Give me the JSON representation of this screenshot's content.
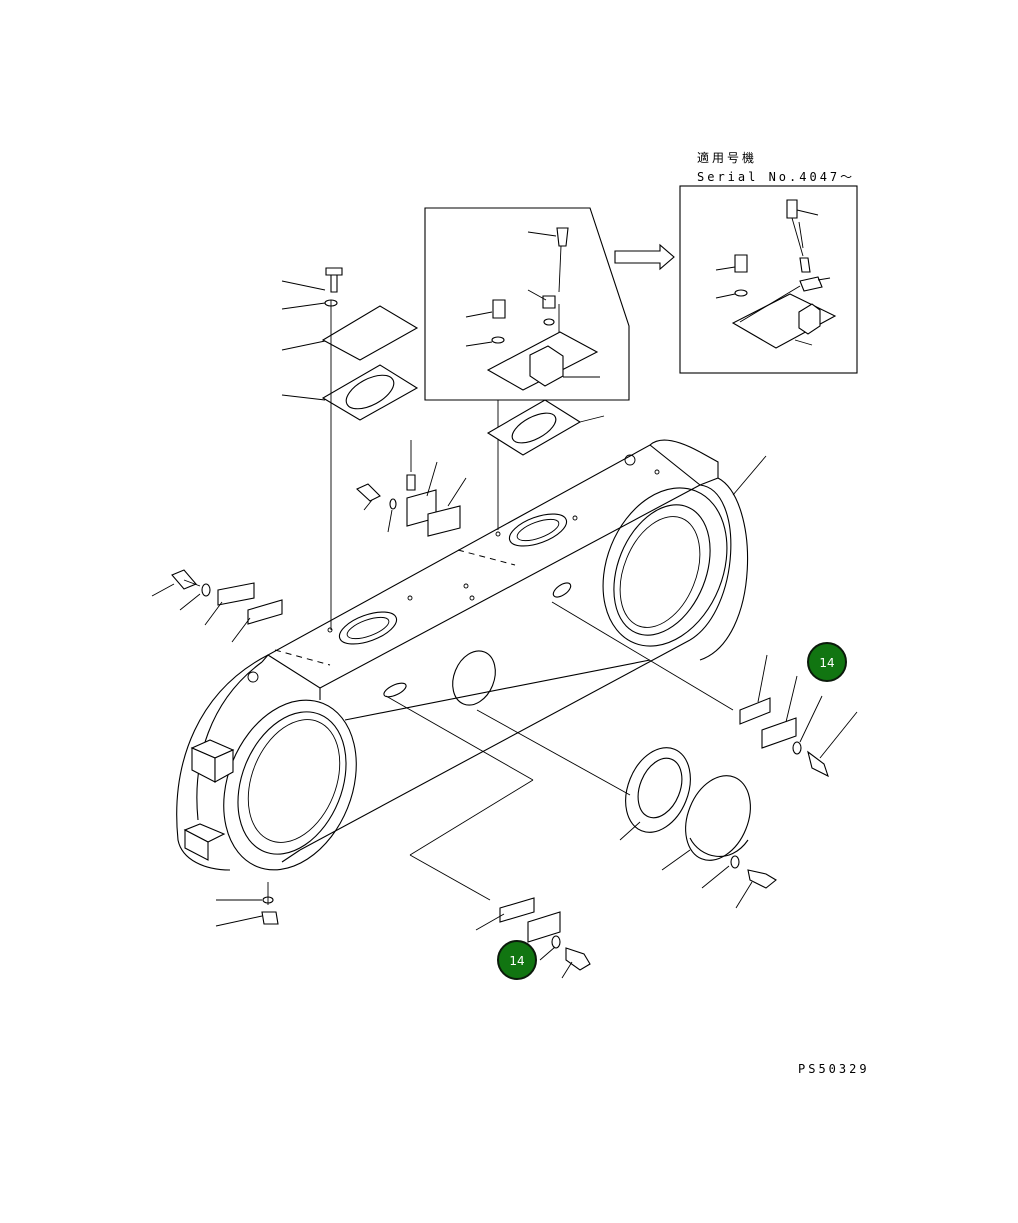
{
  "inset": {
    "label_jp": "適用号機",
    "label_serial": "Serial No.4047〜"
  },
  "callouts": [
    {
      "number": "14",
      "target": "right-bracket-assembly"
    },
    {
      "number": "14",
      "target": "lower-bracket-assembly"
    }
  ],
  "drawing_code": "PS50329",
  "colors": {
    "callout_fill": "#117511",
    "callout_text": "#ffffff",
    "line": "#000000",
    "background": "#ffffff"
  }
}
